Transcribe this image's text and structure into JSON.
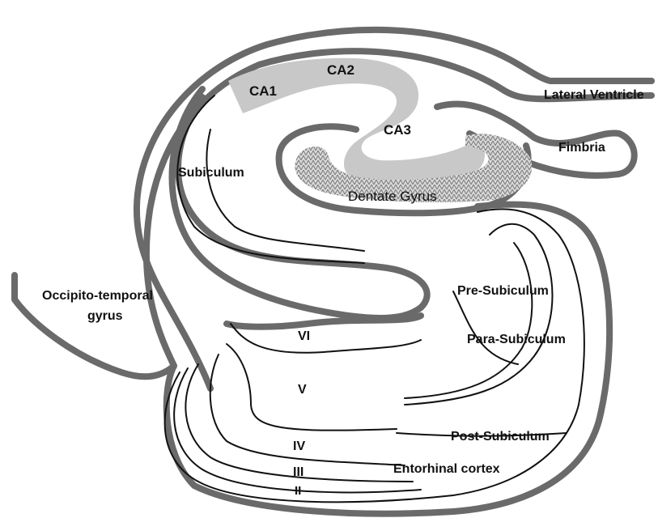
{
  "labels": {
    "ca1": "CA1",
    "ca2": "CA2",
    "ca3": "CA3",
    "lateral_ventricle": "Lateral Ventricle",
    "fimbria": "Fimbria",
    "subiculum": "Subiculum",
    "dentate_gyrus": "Dentate Gyrus",
    "occipito_temporal_line1": "Occipito-temporal",
    "occipito_temporal_line2": "gyrus",
    "pre_subiculum": "Pre-Subiculum",
    "para_subiculum": "Para-Subiculum",
    "post_subiculum": "Post-Subiculum",
    "entorhinal_cortex": "Entorhinal cortex",
    "layer_vi": "VI",
    "layer_v": "V",
    "layer_iv": "IV",
    "layer_iii": "III",
    "layer_ii": "II"
  },
  "colors": {
    "outline": "#6a6a6a",
    "ammon_horn": "#c8c8c8",
    "dentate_texture": "#9a9a9a",
    "layer_lines": "#111111"
  }
}
